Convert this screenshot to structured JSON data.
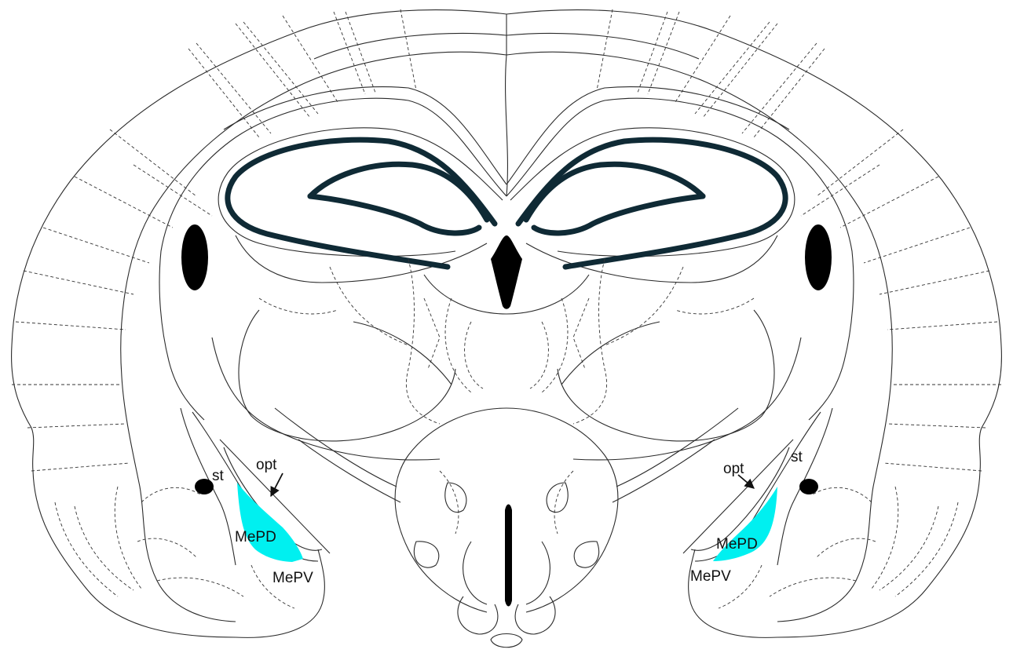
{
  "colors": {
    "highlight": "#00f0f0",
    "hippocampus": "#0f2a35",
    "outline": "#2b2b2b",
    "ventricle": "#000000"
  },
  "labels": {
    "left": {
      "st": "st",
      "opt": "opt",
      "mepd": "MePD",
      "mepv": "MePV"
    },
    "right": {
      "st": "st",
      "opt": "opt",
      "mepd": "MePD",
      "mepv": "MePV"
    }
  }
}
